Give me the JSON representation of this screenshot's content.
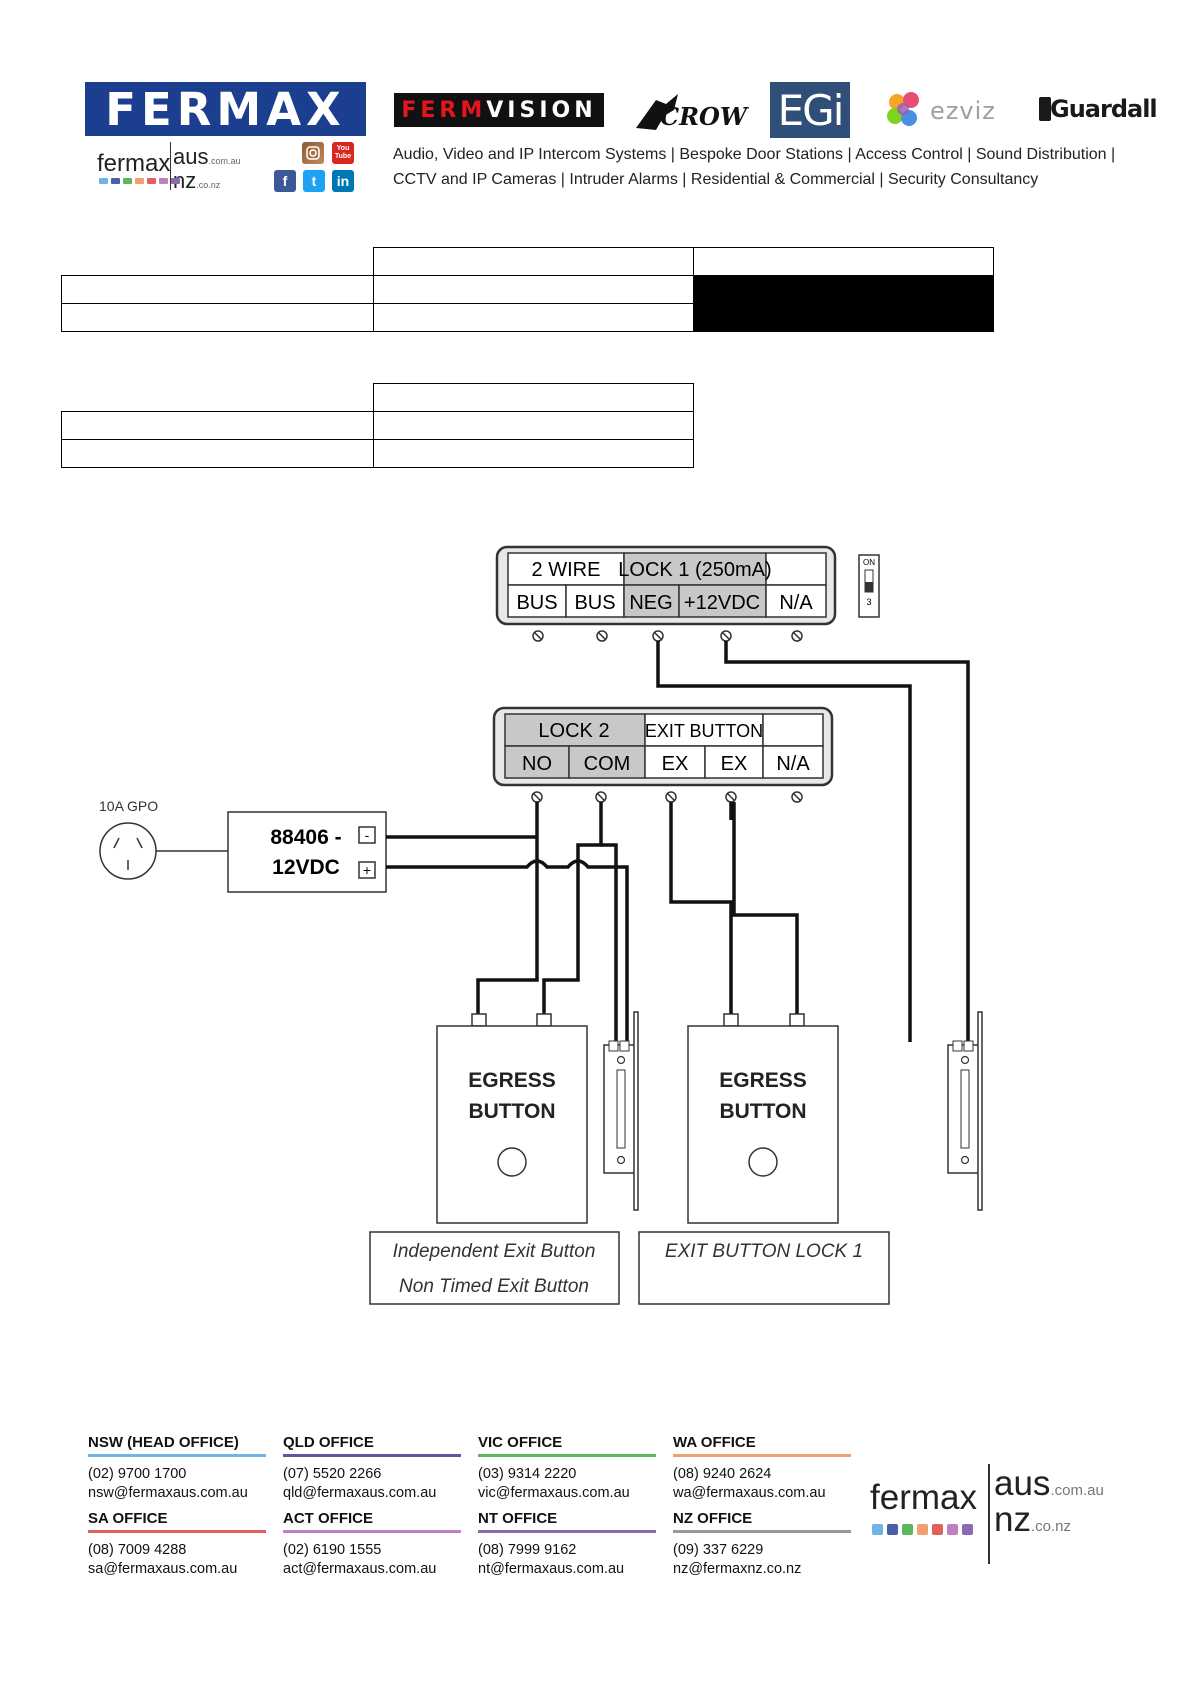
{
  "header": {
    "brand_fermax": "FERMAX",
    "brand_fermvision_a": "FERM",
    "brand_fermvision_b": "VISION",
    "brand_crow": "CROW",
    "brand_egi": "EGi",
    "brand_ezviz": "ezviz",
    "brand_guardall": "Guardall",
    "fermaxaus": {
      "word": "fermax",
      "aus": "aus",
      "aus_suffix": ".com.au",
      "nz": "nz",
      "nz_suffix": ".co.nz"
    },
    "social_icons": [
      "instagram-icon",
      "youtube-icon",
      "facebook-icon",
      "twitter-icon",
      "linkedin-icon"
    ],
    "social_labels": {
      "youtube": "You Tube",
      "facebook": "f",
      "twitter": "t",
      "linkedin": "in"
    },
    "tagline_line1": "Audio, Video and IP Intercom Systems | Bespoke Door Stations | Access Control | Sound Distribution |",
    "tagline_line2": "CCTV  and  IP  Cameras  |  Intruder  Alarms  |  Residential  &  Commercial  |  Security  Consultancy",
    "colors": {
      "fermax_blue": "#1b3f8e",
      "fermvision_red": "#e3161f",
      "egi_blue": "#2f4e78"
    }
  },
  "diagram": {
    "terminal_block_1": {
      "header": [
        "2 WIRE",
        "LOCK 1 (250mA)",
        ""
      ],
      "terminals": [
        "BUS",
        "BUS",
        "NEG",
        "+12VDC",
        "N/A"
      ]
    },
    "dip_switch": {
      "on": "ON",
      "num": "3"
    },
    "terminal_block_2": {
      "header": [
        "LOCK 2",
        "EXIT BUTTON",
        ""
      ],
      "terminals": [
        "NO",
        "COM",
        "EX",
        "EX",
        "N/A"
      ]
    },
    "gpo_label": "10A GPO",
    "power_supply": {
      "line1": "88406 -",
      "line2": "12VDC",
      "minus": "-",
      "plus": "+"
    },
    "egress_button_1": {
      "line1": "EGRESS",
      "line2": "BUTTON"
    },
    "egress_button_2": {
      "line1": "EGRESS",
      "line2": "BUTTON"
    },
    "caption_1": {
      "line1": "Independent Exit Button",
      "line2": "Non Timed Exit Button"
    },
    "caption_2": {
      "line1": "EXIT BUTTON LOCK 1"
    }
  },
  "footer": {
    "offices": [
      {
        "title": "NSW (HEAD OFFICE)",
        "phone": "(02) 9700 1700",
        "email": "nsw@fermaxaus.com.au",
        "color": "#6fb4e6"
      },
      {
        "title": "QLD OFFICE",
        "phone": "(07) 5520 2266",
        "email": "qld@fermaxaus.com.au",
        "color": "#5a5a9e"
      },
      {
        "title": "VIC OFFICE",
        "phone": "(03) 9314 2220",
        "email": "vic@fermaxaus.com.au",
        "color": "#5cb85c"
      },
      {
        "title": "WA OFFICE",
        "phone": "(08) 9240 2624",
        "email": "wa@fermaxaus.com.au",
        "color": "#f0a070"
      },
      {
        "title": "SA OFFICE",
        "phone": "(08) 7009 4288",
        "email": "sa@fermaxaus.com.au",
        "color": "#e06060"
      },
      {
        "title": "ACT OFFICE",
        "phone": "(02) 6190 1555",
        "email": "act@fermaxaus.com.au",
        "color": "#c080c0"
      },
      {
        "title": "NT OFFICE",
        "phone": "(08) 7999 9162",
        "email": "nt@fermaxaus.com.au",
        "color": "#8a6ab0"
      },
      {
        "title": "NZ OFFICE",
        "phone": "(09) 337 6229",
        "email": "nz@fermaxnz.co.nz",
        "color": "#999999"
      }
    ],
    "logo": {
      "word": "fermax",
      "aus": "aus",
      "aus_suffix": ".com.au",
      "nz": "nz",
      "nz_suffix": ".co.nz"
    },
    "dot_colors": [
      "#6fb4e6",
      "#4a5fa8",
      "#5cb85c",
      "#f0a070",
      "#e06060",
      "#c080c0",
      "#8a6ab0"
    ]
  }
}
